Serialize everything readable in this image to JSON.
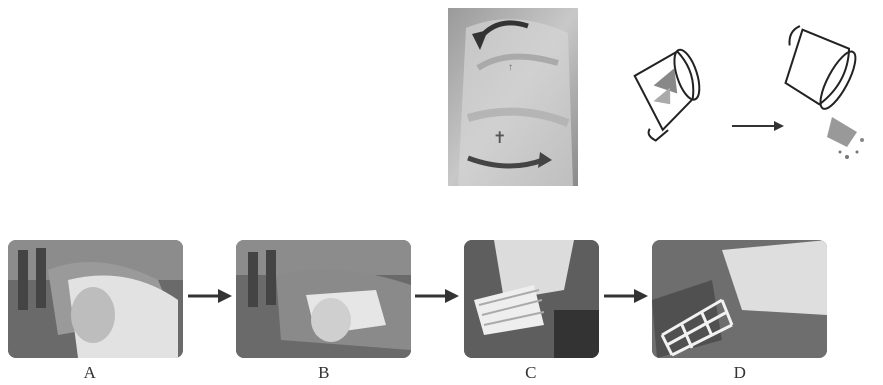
{
  "steps": [
    {
      "label": "A"
    },
    {
      "label": "B"
    },
    {
      "label": "C"
    },
    {
      "label": "D"
    }
  ]
}
